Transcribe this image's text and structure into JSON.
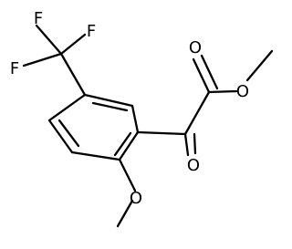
{
  "molecule": {
    "atom_labels": {
      "f1": "F",
      "f2": "F",
      "f3": "F",
      "o_ester_carbonyl": "O",
      "o_ester_ether": "O",
      "o_ketone": "O",
      "o_methoxy": "O"
    }
  }
}
